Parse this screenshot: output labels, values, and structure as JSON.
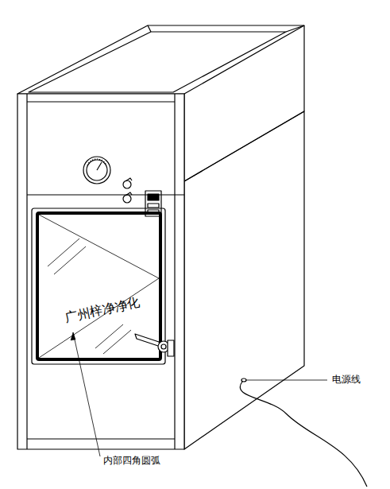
{
  "diagram": {
    "labels": [
      "广州梓净净化",
      "内部四角圆弧",
      "电源线"
    ]
  }
}
